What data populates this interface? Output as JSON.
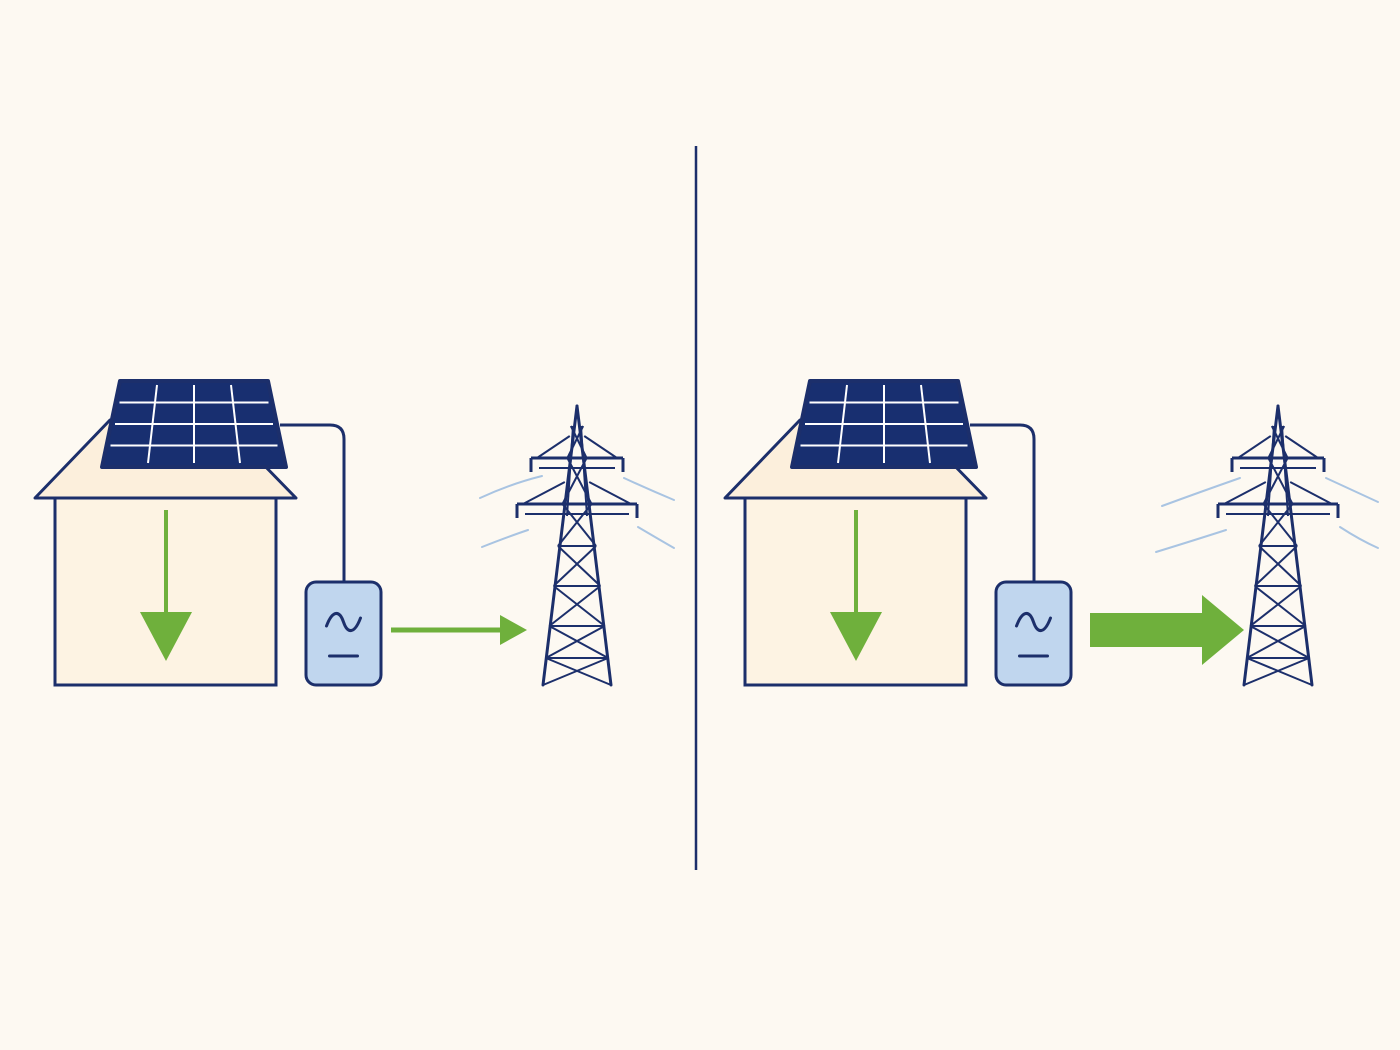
{
  "colors": {
    "background": "#fdf9f2",
    "outline": "#1c2f6b",
    "panel_fill": "#182f70",
    "panel_grid": "#ffffff",
    "roof_fill": "#fcefdc",
    "house_fill": "#fdf3e3",
    "inverter_fill": "#c0d6ee",
    "arrow_green": "#6fb03c",
    "wire_blue": "#a9c4e2"
  },
  "divider": {
    "icon": "vertical-divider"
  },
  "scenes": [
    {
      "id": "left",
      "icons": [
        "solar-panel-icon",
        "house-icon",
        "inverter-icon",
        "transmission-tower-icon"
      ],
      "house_consumption_arrow": "down",
      "grid_export_arrow": "thin",
      "inverter_symbols": [
        "~",
        "—"
      ]
    },
    {
      "id": "right",
      "icons": [
        "solar-panel-icon",
        "house-icon",
        "inverter-icon",
        "transmission-tower-icon"
      ],
      "house_consumption_arrow": "down",
      "grid_export_arrow": "thick",
      "inverter_symbols": [
        "~",
        "—"
      ]
    }
  ]
}
